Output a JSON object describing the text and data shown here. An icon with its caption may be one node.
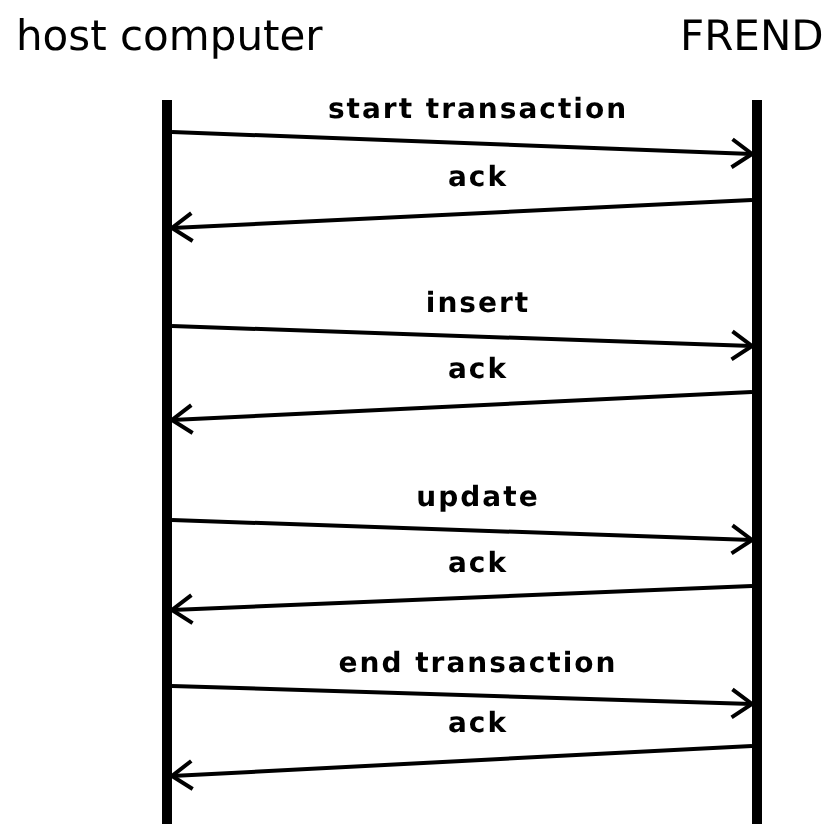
{
  "diagram": {
    "nodes": [
      {
        "text": [
          "host computer"
        ]
      },
      {
        "text": [
          "FREND"
        ]
      }
    ],
    "edges": [
      {
        "from": 0,
        "to": 1,
        "arrow": "to",
        "label": "start transaction"
      },
      {
        "from": 1,
        "to": 0,
        "arrow": "to",
        "label": "ack"
      },
      {
        "from": 0,
        "to": 1,
        "arrow": "to",
        "label": "insert"
      },
      {
        "from": 1,
        "to": 0,
        "arrow": "to",
        "label": "ack"
      },
      {
        "from": 0,
        "to": 1,
        "arrow": "to",
        "label": "update"
      },
      {
        "from": 1,
        "to": 0,
        "arrow": "to",
        "label": "ack"
      },
      {
        "from": 0,
        "to": 1,
        "arrow": "to",
        "label": "end transaction"
      },
      {
        "from": 1,
        "to": 0,
        "arrow": "to",
        "label": "ack"
      }
    ]
  }
}
